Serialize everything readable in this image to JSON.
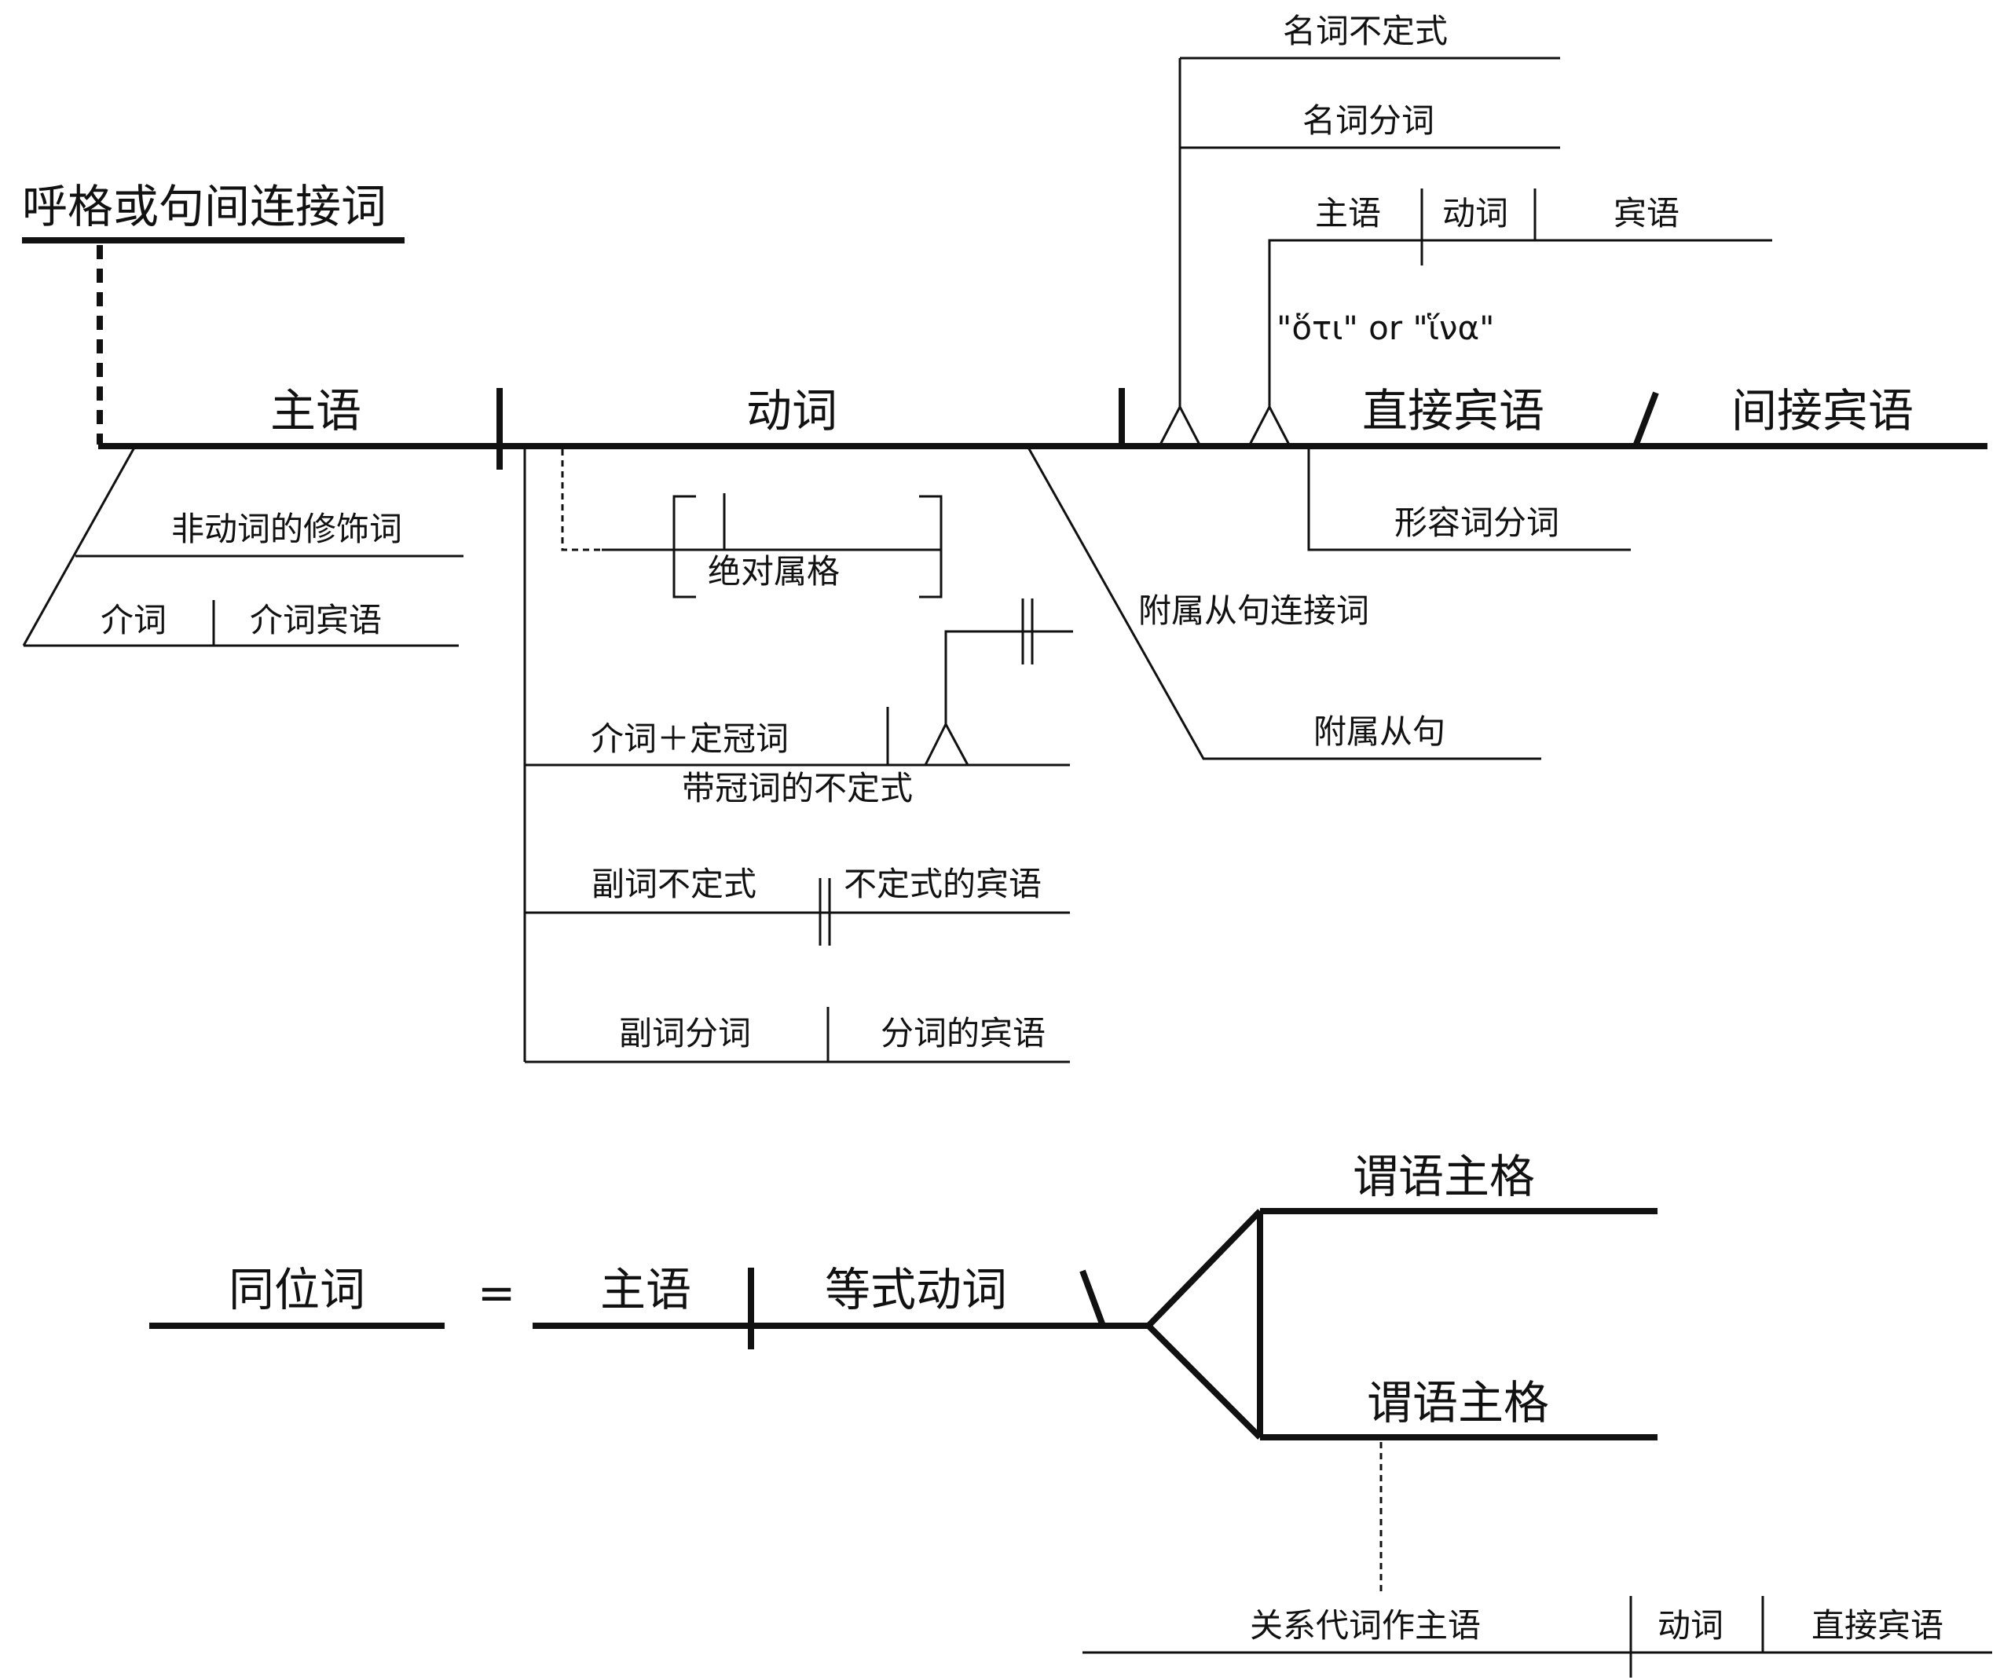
{
  "vocative": "呼格或句间连接词",
  "main": {
    "subject": "主语",
    "verb": "动词",
    "direct_object": "直接宾语",
    "indirect_object": "间接宾语"
  },
  "subject_mods": {
    "non_verb_modifier": "非动词的修饰词",
    "preposition": "介词",
    "prep_object": "介词宾语"
  },
  "verb_mods": {
    "genitive_absolute": "绝对属格",
    "prep_article": "介词＋定冠词",
    "articular_infinitive": "带冠词的不定式",
    "adverbial_infinitive": "副词不定式",
    "infinitive_object": "不定式的宾语",
    "adverbial_participle": "副词分词",
    "participle_object": "分词的宾语",
    "subordinate_conjunction": "附属从句连接词",
    "subordinate_clause": "附属从句"
  },
  "object_stilts": {
    "noun_infinitive": "名词不定式",
    "noun_participle": "名词分词",
    "clause_subject": "主语",
    "clause_verb": "动词",
    "clause_object": "宾语",
    "hoti_hina": "\"ὅτι\" or \"ἵνα\"",
    "adjectival_participle": "形容词分词"
  },
  "bottom": {
    "appositive": "同位词",
    "equals": "=",
    "subject": "主语",
    "equative_verb": "等式动词",
    "predicate_nominative_1": "谓语主格",
    "predicate_nominative_2": "谓语主格",
    "relative_pronoun_subject": "关系代词作主语",
    "verb": "动词",
    "direct_object": "直接宾语"
  }
}
